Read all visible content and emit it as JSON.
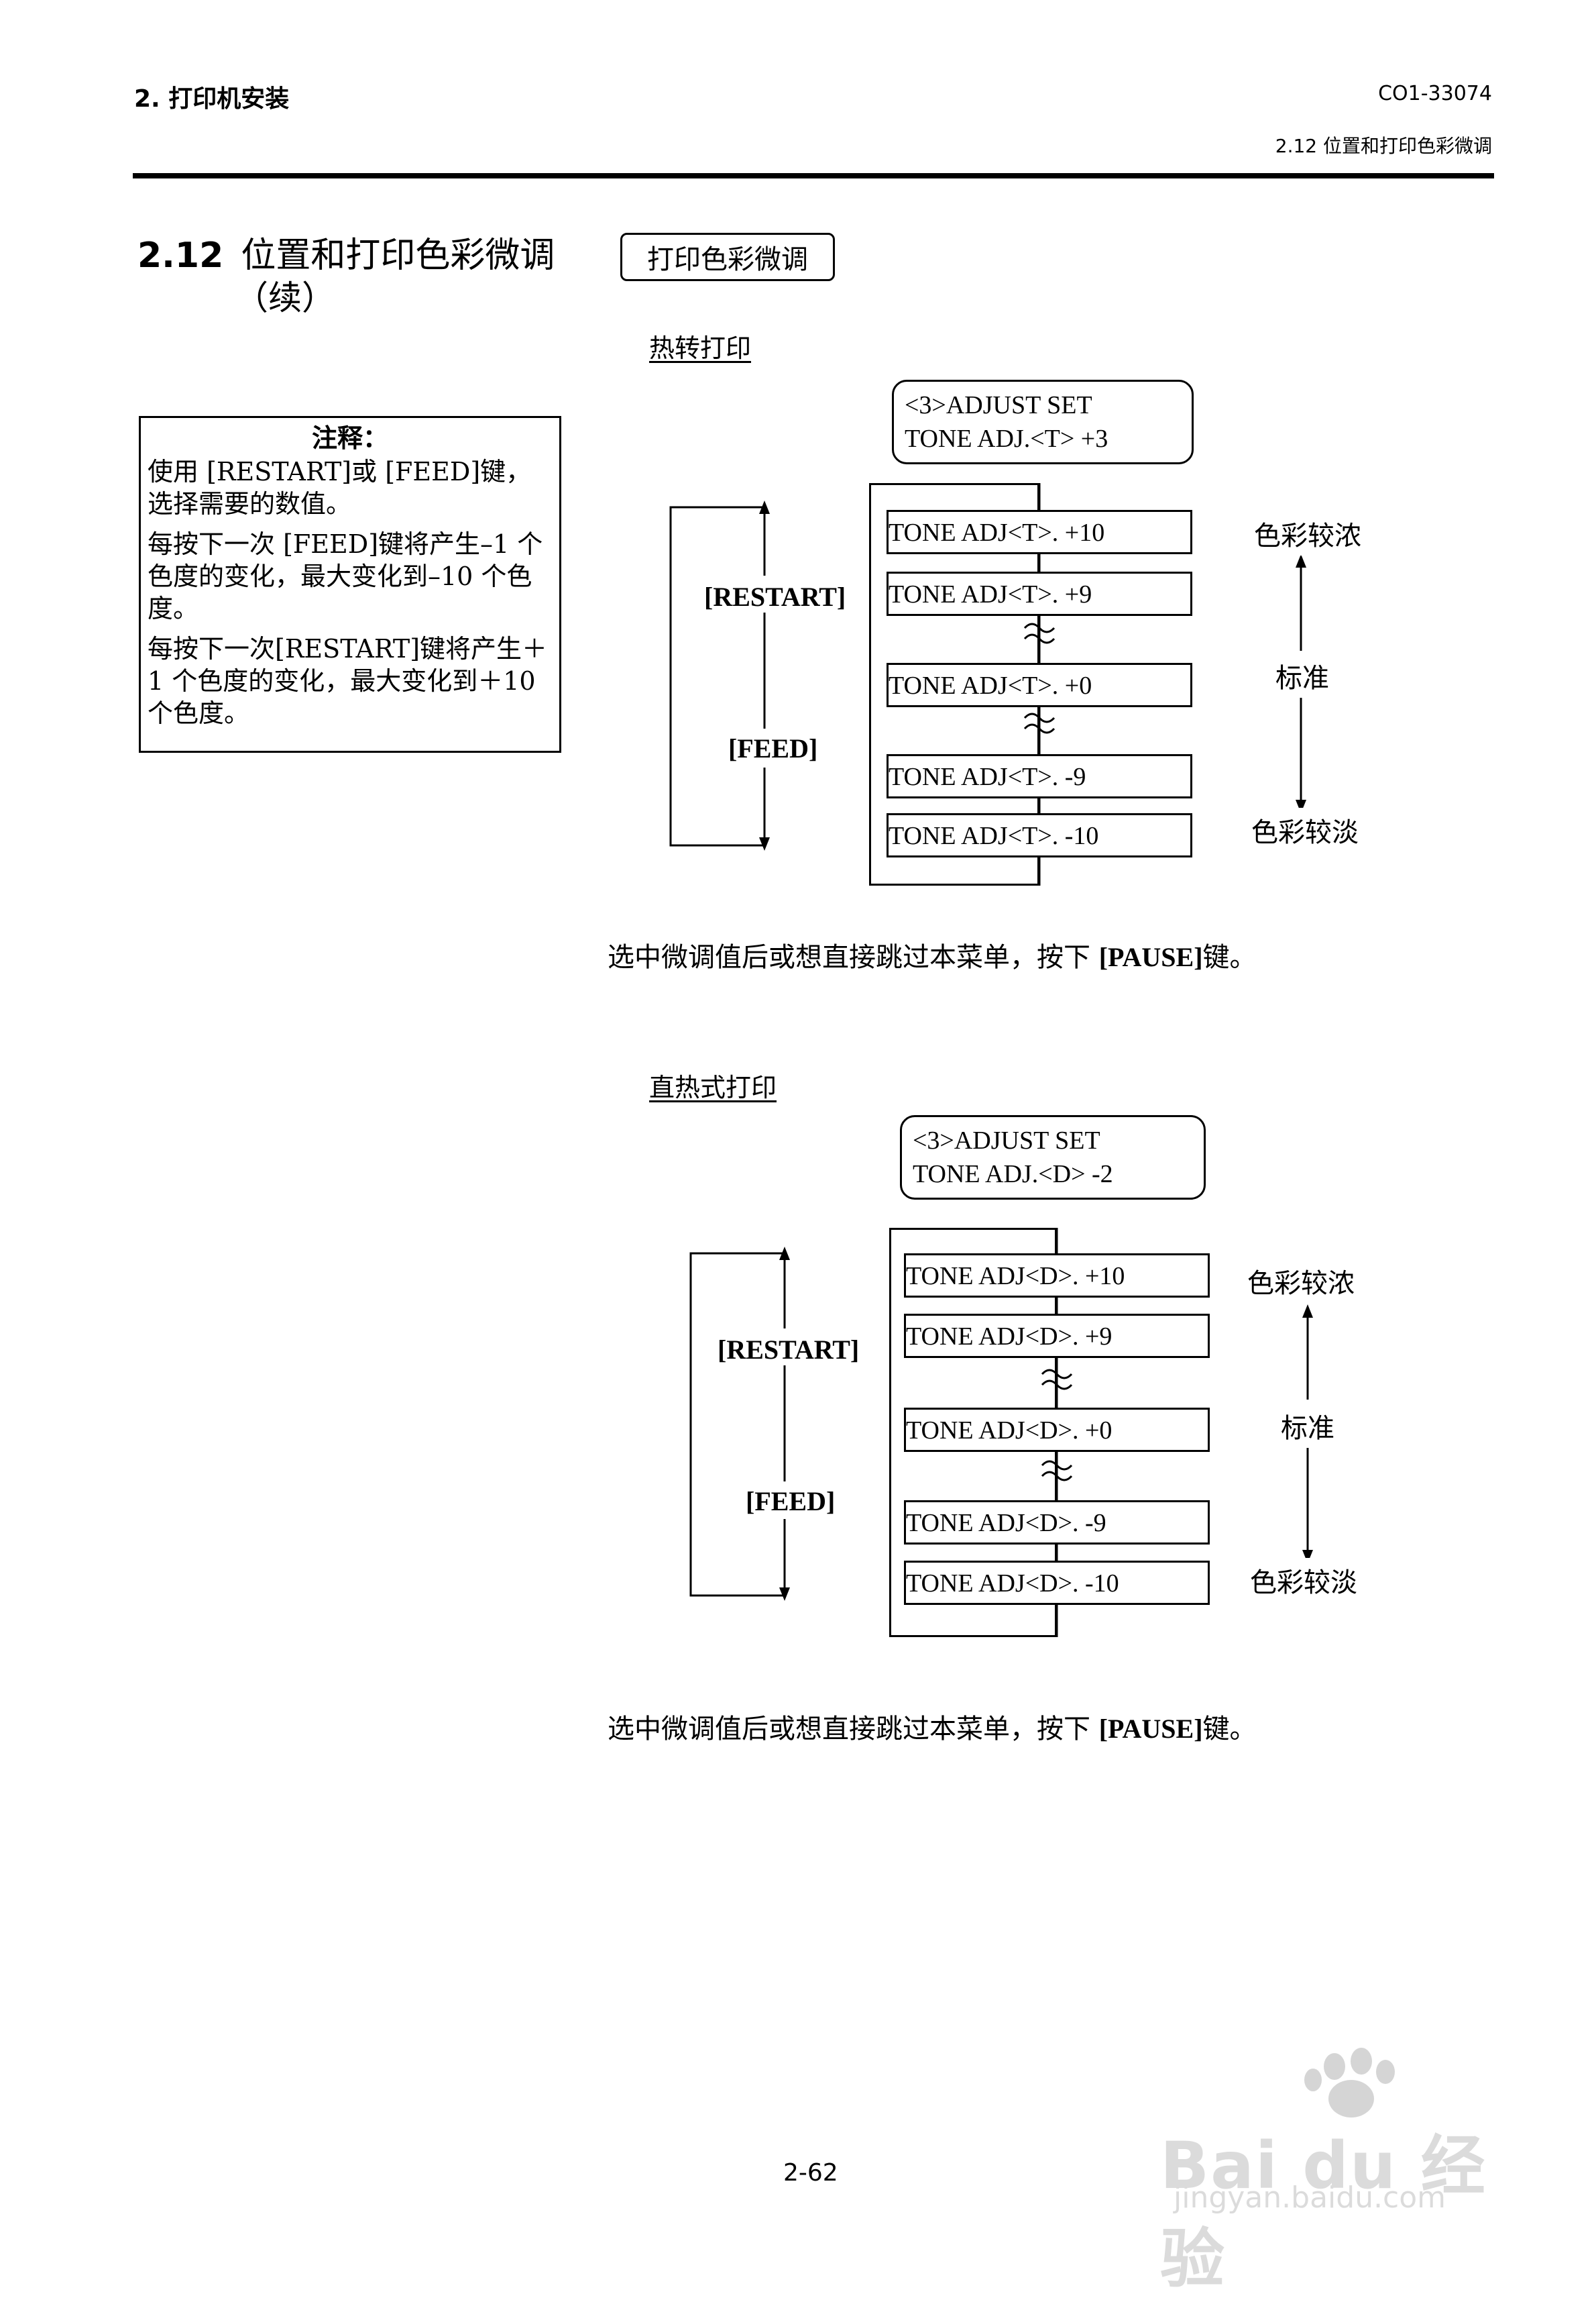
{
  "header": {
    "chapter": "2. 打印机安装",
    "doc_code": "CO1-33074",
    "section_ref": "2.12 位置和打印色彩微调"
  },
  "section": {
    "number": "2.12",
    "title": "位置和打印色彩微调",
    "continued": "（续）",
    "tag": "打印色彩微调"
  },
  "note": {
    "title": "注释：",
    "lines": [
      "使用 [RESTART]或 [FEED]键，选择需要的数值。",
      "每按下一次 [FEED]键将产生–1 个色度的变化，最大变化到–10 个色度。",
      "每按下一次[RESTART]键将产生＋1 个色度的变化，最大变化到＋10 个色度。"
    ]
  },
  "thermal_transfer": {
    "heading": "热转打印",
    "lcd_line1": "<3>ADJUST SET",
    "lcd_line2": "TONE ADJ.<T> +3",
    "items": [
      "TONE ADJ<T>. +10",
      "TONE ADJ<T>. +9",
      "TONE ADJ<T>. +0",
      "TONE ADJ<T>. -9",
      "TONE ADJ<T>. -10"
    ],
    "restart_label": "[RESTART]",
    "feed_label": "[FEED]",
    "darker": "色彩较浓",
    "standard": "标准",
    "lighter": "色彩较淡",
    "instruction_prefix": "选中微调值后或想直接跳过本菜单，按下 ",
    "instruction_key": "[PAUSE]",
    "instruction_suffix": "键。"
  },
  "direct_thermal": {
    "heading": "直热式打印",
    "lcd_line1": "<3>ADJUST SET",
    "lcd_line2": "TONE ADJ.<D> -2",
    "items": [
      "TONE ADJ<D>. +10",
      "TONE ADJ<D>. +9",
      "TONE ADJ<D>. +0",
      "TONE ADJ<D>. -9",
      "TONE ADJ<D>. -10"
    ],
    "restart_label": "[RESTART]",
    "feed_label": "[FEED]",
    "darker": "色彩较浓",
    "standard": "标准",
    "lighter": "色彩较淡",
    "instruction_prefix": "选中微调值后或想直接跳过本菜单，按下 ",
    "instruction_key": "[PAUSE]",
    "instruction_suffix": "键。"
  },
  "page_number": "2-62",
  "watermark": {
    "logo": "Bai du 经验",
    "url": "jingyan.baidu.com"
  }
}
